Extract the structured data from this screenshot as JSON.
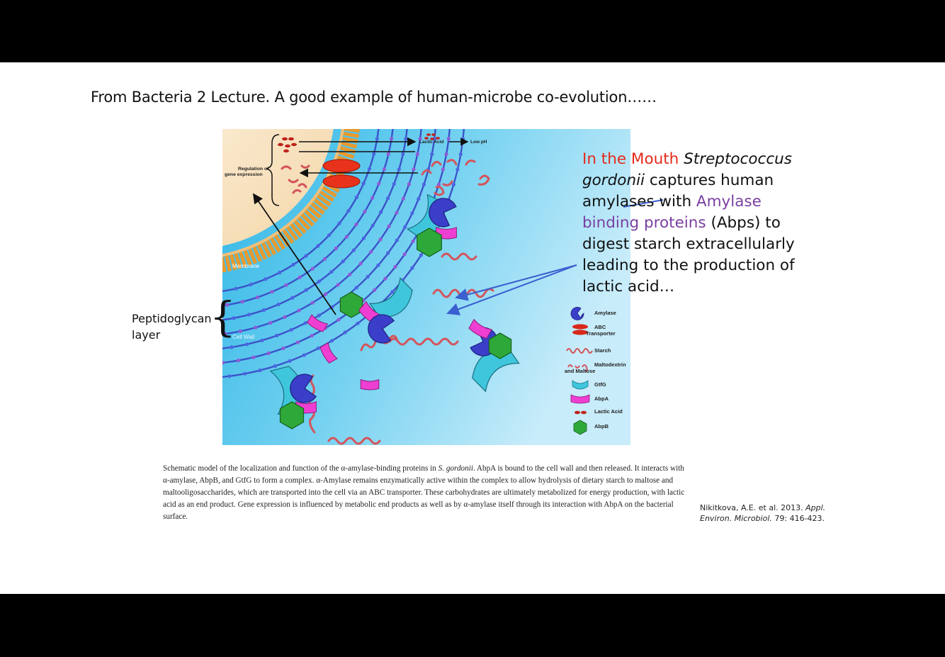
{
  "slide": {
    "title": "From Bacteria 2 Lecture.  A good example of human-microbe co-evolution……",
    "peptidoglycan_label": [
      "Peptidoglycan",
      "layer"
    ],
    "side_text": {
      "part1_red": "In the Mouth ",
      "part2_italic": "Streptococcus gordonii",
      "part3": " captures human amylases with ",
      "part4_purple": "Amylase binding proteins",
      "part5": " (Abps) to digest starch extracellularly leading to the production of lactic acid…"
    },
    "caption": {
      "text_a": "Schematic model of the localization and function of the α-amylase-binding proteins in ",
      "italic": "S. gordonii",
      "text_b": ". AbpA is bound to the cell wall and then released. It interacts with α-amylase, AbpB, and GtfG to form a complex. α-Amylase remains enzymatically active within the complex to allow hydrolysis of dietary starch to maltose and maltooligosaccharides, which are transported into the cell via an ABC transporter. These carbohydrates are ultimately metabolized for energy production, with lactic acid as an end product. Gene expression is influenced by metabolic end products as well as by α-amylase itself through its interaction with AbpA on the bacterial surface."
    },
    "citation": {
      "authors": "Nikitkova, A.E. et al. 2013.",
      "journal": "Appl. Environ. Microbiol.",
      "details": "79: 416-423."
    }
  },
  "figure": {
    "labels": {
      "regulation": [
        "Regulation of",
        "gene expression"
      ],
      "lactic_acid": "Lactic Acid",
      "low_ph": "Low pH",
      "membrane": "Membrane",
      "cell_wall": "Cell Wall"
    },
    "legend": [
      {
        "icon": "amylase-icon",
        "label": [
          "Amylase"
        ]
      },
      {
        "icon": "abc-transporter-icon",
        "label": [
          "ABC",
          "Transporter"
        ]
      },
      {
        "icon": "starch-icon",
        "label": [
          "Starch"
        ]
      },
      {
        "icon": "maltodextrin-icon",
        "label": [
          "Maltodextrin",
          "and Maltose"
        ]
      },
      {
        "icon": "gtfg-icon",
        "label": [
          "GtfG"
        ]
      },
      {
        "icon": "abpa-icon",
        "label": [
          "AbpA"
        ]
      },
      {
        "icon": "lactic-acid-icon",
        "label": [
          "Lactic Acid"
        ]
      },
      {
        "icon": "abpb-icon",
        "label": [
          "AbpB"
        ]
      }
    ],
    "colors": {
      "background": "#4fc4ea",
      "membrane": "#e79a2e",
      "cell_wall_chain": "#3b52c8",
      "amylase": "#3a3ec9",
      "gtfg": "#3fc6dc",
      "abpa": "#ee3fd2",
      "abpb": "#2fa83a",
      "starch": "#d4545c",
      "lactic_acid": "#c0221c",
      "arrow_blue": "#3a5fd0"
    }
  }
}
